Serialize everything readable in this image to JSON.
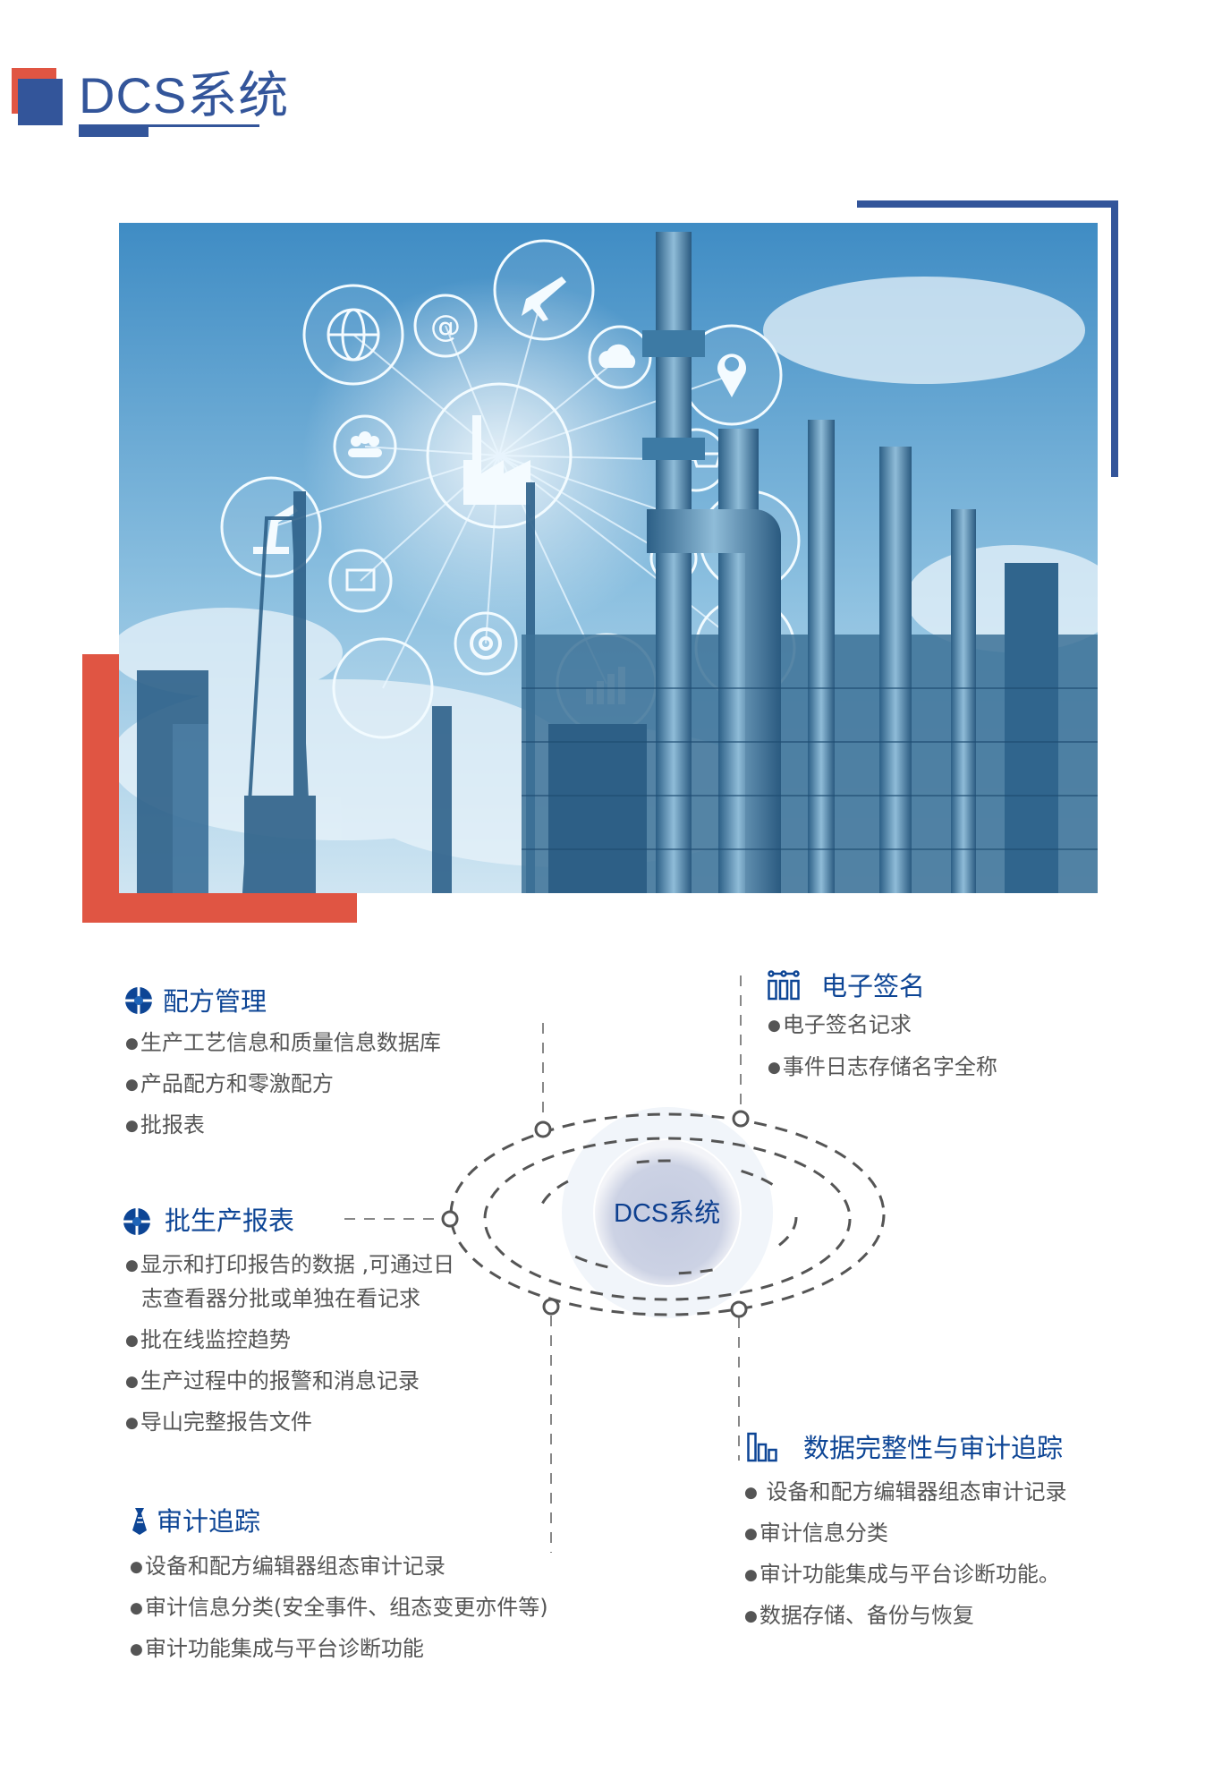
{
  "page": {
    "title": "DCS系统",
    "colors": {
      "brand_blue": "#33559a",
      "accent_red": "#e05543",
      "heading_blue": "#0d4595",
      "text_gray": "#555555"
    }
  },
  "diagram": {
    "center_label": "DCS系统",
    "sections": [
      {
        "id": "recipe",
        "icon": "crosshair-circle-icon",
        "heading": "配方管理",
        "bullets": [
          "生产工艺信息和质量信息数据库",
          "产品配方和零激配方",
          "批报表"
        ]
      },
      {
        "id": "esign",
        "icon": "nodes-columns-icon",
        "heading": "电子签名",
        "bullets": [
          "电子签名记求",
          "事件日志存储名字全称"
        ]
      },
      {
        "id": "batch",
        "icon": "crosshair-circle-icon",
        "heading": "批生产报表",
        "bullets": [
          "显示和打印报告的数据 ,可通过日",
          "志查看器分批或单独在看记求",
          "批在线监控趋势",
          "生产过程中的报警和消息记录",
          "导山完整报告文件"
        ]
      },
      {
        "id": "integrity",
        "icon": "bar-chart-icon",
        "heading": "数据完整性与审计追踪",
        "bullets": [
          " 设备和配方编辑器组态审计记录",
          "审计信息分类",
          "审计功能集成与平台诊断功能。",
          "数据存储、备份与恢复"
        ]
      },
      {
        "id": "audit",
        "icon": "tie-icon",
        "heading": "审计追踪",
        "bullets": [
          "设备和配方编辑器组态审计记录",
          "审计信息分类(安全事件、组态变更亦件等)",
          "审计功能集成与平台诊断功能"
        ]
      }
    ]
  },
  "hero": {
    "icons": [
      "globe-icon",
      "at-icon",
      "airplane-icon",
      "cloud-icon",
      "location-pin-icon",
      "people-icon",
      "cart-icon",
      "factory-icon",
      "robot-arm-icon",
      "monitor-icon",
      "gear-icon",
      "solar-panel-icon",
      "truck-icon",
      "chart-icon",
      "email-icon"
    ],
    "at_glyph": "@"
  }
}
